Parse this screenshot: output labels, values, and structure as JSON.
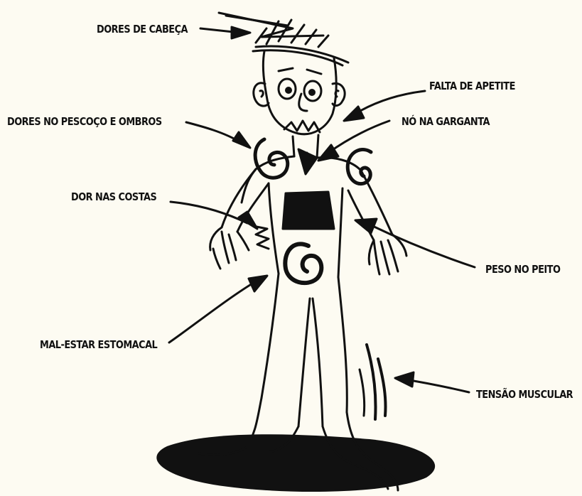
{
  "labels": {
    "headache": "DORES DE CABEÇA",
    "appetite": "FALTA DE APETITE",
    "neck_shoulders": "DORES NO PESCOÇO E OMBROS",
    "throat": "NÓ NA GARGANTA",
    "back": "DOR NAS COSTAS",
    "chest": "PESO NO PEITO",
    "stomach": "MAL-ESTAR ESTOMACAL",
    "muscle": "TENSÃO MUSCULAR"
  },
  "colors": {
    "background": "#fdfbf2",
    "ink": "#111111"
  }
}
